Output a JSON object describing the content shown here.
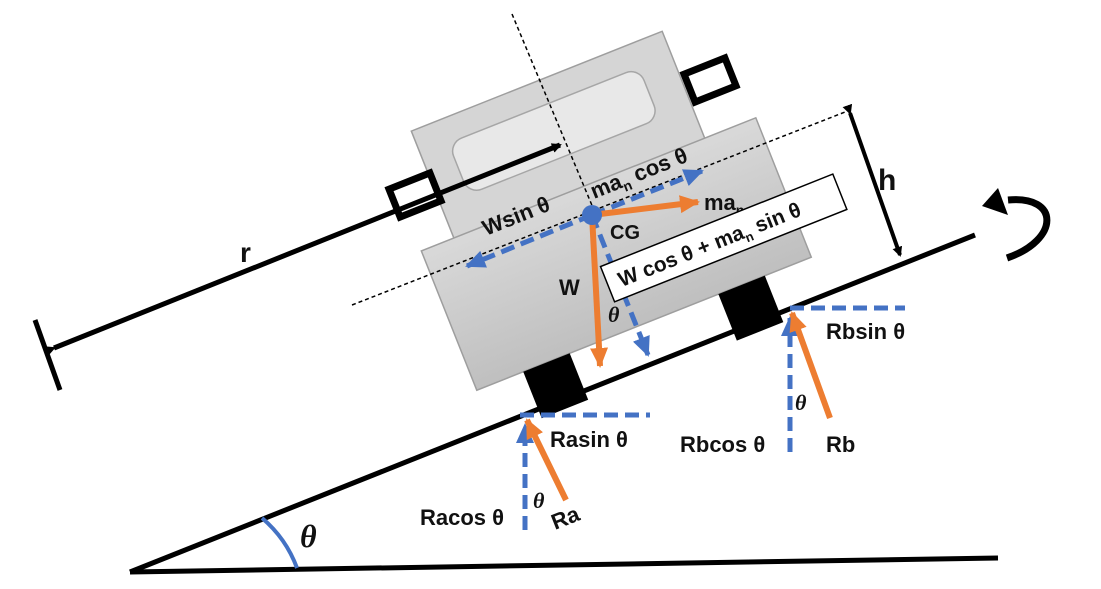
{
  "labels": {
    "r": "r",
    "h": "h",
    "cg": "CG",
    "w": "W",
    "wsin": "Wsin θ",
    "man_cos": "ma",
    "man_cos_sub": "n",
    "man_cos_tail": " cos θ",
    "man": "ma",
    "man_sub": "n",
    "normal_pre": "W cos θ + ma",
    "normal_sub": "n",
    "normal_tail": " sin θ",
    "theta_body": "θ",
    "theta_a": "θ",
    "theta_b": "θ",
    "theta_ground": "θ",
    "rasin": "Rasin θ",
    "racos": "Racos θ",
    "ra": "Ra",
    "rbsin": "Rbsin θ",
    "rbcos": "Rbcos θ",
    "rb": "Rb"
  },
  "colors": {
    "orange": "#ED7D31",
    "blue": "#4472C4",
    "black": "#000000",
    "body_gray": "#CFCFCF",
    "cab_gray": "#D5D5D5",
    "window_gray": "#E8E8E8"
  }
}
